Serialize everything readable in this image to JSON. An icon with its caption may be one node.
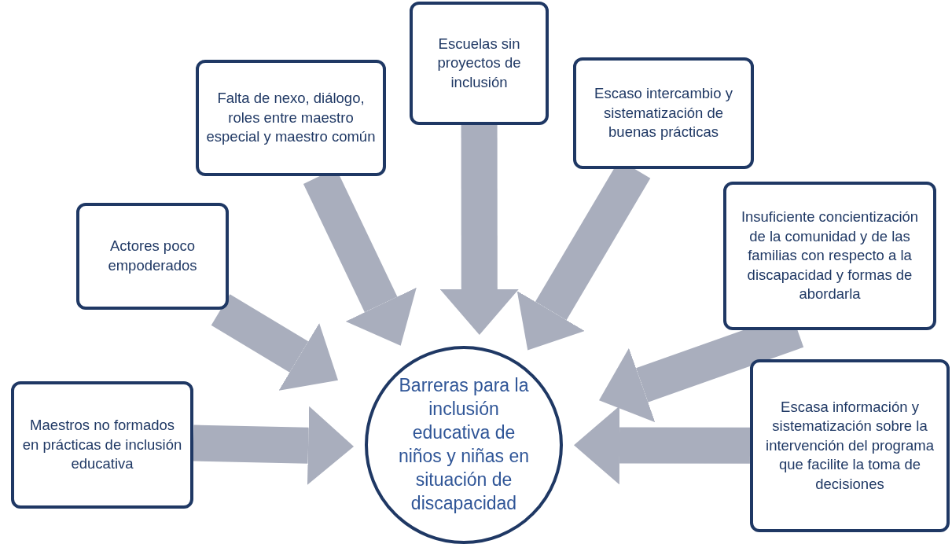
{
  "diagram": {
    "nodes": [
      {
        "text": [
          "Barreras para la inclusión educativa de niños y niñas en situación de discapacidad"
        ]
      },
      {
        "text": [
          "Maestros no formados en prácticas de inclusión educativa"
        ]
      },
      {
        "text": [
          "Actores poco empoderados"
        ]
      },
      {
        "text": [
          "Falta de nexo, diálogo, roles entre maestro especial y maestro común"
        ]
      },
      {
        "text": [
          "Escuelas sin proyectos de inclusión"
        ]
      },
      {
        "text": [
          "Escaso intercambio y sistematización de buenas prácticas"
        ]
      },
      {
        "text": [
          "Insuficiente concientización de la comunidad y de las familias con respecto a la discapacidad y formas de abordarla"
        ]
      },
      {
        "text": [
          "Escasa información y sistematización sobre la intervención del programa que facilite la toma de decisiones"
        ]
      }
    ],
    "edges": [
      {
        "from": 1,
        "to": 0,
        "arrow": "to"
      },
      {
        "from": 2,
        "to": 0,
        "arrow": "to"
      },
      {
        "from": 3,
        "to": 0,
        "arrow": "to"
      },
      {
        "from": 4,
        "to": 0,
        "arrow": "to"
      },
      {
        "from": 5,
        "to": 0,
        "arrow": "to"
      },
      {
        "from": 6,
        "to": 0,
        "arrow": "to"
      },
      {
        "from": 7,
        "to": 0,
        "arrow": "to"
      }
    ]
  }
}
